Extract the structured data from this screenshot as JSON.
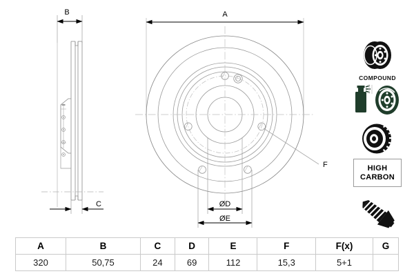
{
  "drawing": {
    "title_labels": {
      "a": "A",
      "b": "B",
      "c": "C",
      "f": "F",
      "dia_d": "ØD",
      "dia_e": "ØE"
    }
  },
  "badges": {
    "compound": {
      "icon": "compound-disc-icon",
      "caption": "COMPOUND"
    },
    "coated": {
      "icon": "coated-disc-icon",
      "caption": ""
    },
    "vented": {
      "icon": "vented-disc-icon",
      "caption": ""
    },
    "high_carbon": {
      "line1": "HIGH",
      "line2": "CARBON"
    },
    "screw": {
      "icon": "screw-icon",
      "caption": ""
    }
  },
  "table": {
    "headers": [
      "A",
      "B",
      "C",
      "D",
      "E",
      "F",
      "F(x)",
      "G"
    ],
    "values": [
      "320",
      "50,75",
      "24",
      "69",
      "112",
      "15,3",
      "5+1",
      ""
    ]
  },
  "colors": {
    "line": "#8a8a8a",
    "line_dark": "#6e6e6e",
    "dim": "#000000",
    "badge_green": "#1f3d2b",
    "badge_dark": "#111111",
    "table_border": "#c9c9c9"
  }
}
